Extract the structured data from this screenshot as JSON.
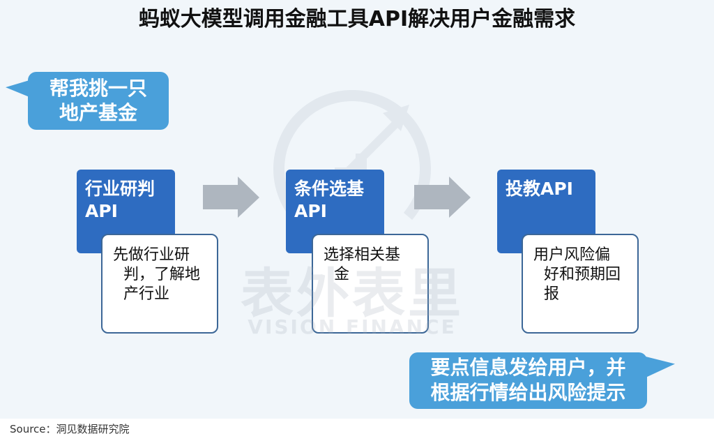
{
  "title": "蚂蚁大模型调用金融工具API解决用户金融需求",
  "user_bubble": {
    "lines": [
      "帮我挑一只",
      "地产基金"
    ]
  },
  "steps": [
    {
      "api_lines": [
        "行业研判",
        "API"
      ],
      "desc_lines": [
        "先做行业研",
        "判，了解地",
        "产行业"
      ]
    },
    {
      "api_lines": [
        "条件选基",
        "API"
      ],
      "desc_lines": [
        "选择相关基",
        "金"
      ]
    },
    {
      "api_lines": [
        "投教API"
      ],
      "desc_lines": [
        "用户风险偏",
        "好和预期回",
        "报"
      ]
    }
  ],
  "connector_icon": "block-arrow-right-icon",
  "response_bubble": {
    "lines": [
      "要点信息发给用户，并",
      "根据行情给出风险提示"
    ]
  },
  "watermark": {
    "cn": "表外表里",
    "en": "VISION FINANCE"
  },
  "source": "Source：洞见数据研究院",
  "colors": {
    "background": "#f1f6fa",
    "bubble": "#4aa0da",
    "api_box": "#2e6cc1",
    "description_border": "#3c6797",
    "arrow": "#aeb6bf",
    "title": "#111111"
  }
}
